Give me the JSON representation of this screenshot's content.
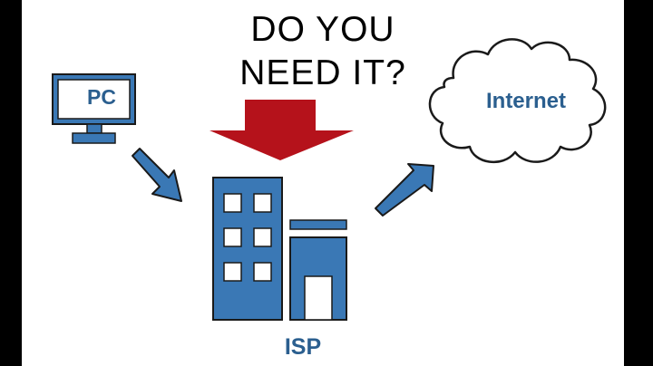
{
  "headline": {
    "line1": "DO YOU",
    "line2": "NEED IT?"
  },
  "labels": {
    "pc": "PC",
    "internet": "Internet",
    "isp": "ISP"
  },
  "colors": {
    "blue": "#3a78b5",
    "label_blue": "#2b5f8f",
    "red_arrow": "#b5121b",
    "outline": "#1a1a1a",
    "background": "#ffffff",
    "border": "#000000"
  },
  "icons": {
    "pc": "computer-monitor-icon",
    "isp": "building-icon",
    "internet": "cloud-icon",
    "down": "red-down-arrow-icon",
    "pc_to_isp": "diagonal-arrow-down-right-icon",
    "isp_to_internet": "diagonal-arrow-up-right-icon"
  }
}
